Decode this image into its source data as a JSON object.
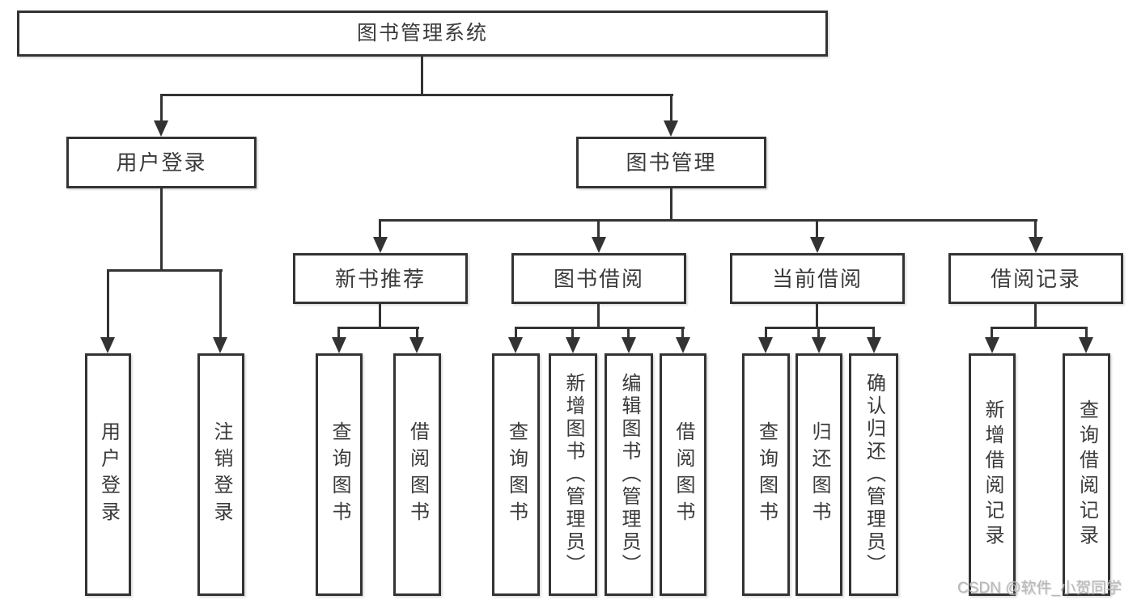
{
  "tree": {
    "root": "图书管理系统",
    "level2": {
      "user_login": "用户登录",
      "book_mgmt": "图书管理"
    },
    "level3": {
      "new_book_rec": "新书推荐",
      "book_borrow": "图书借阅",
      "current_borrow": "当前借阅",
      "borrow_record": "借阅记录"
    },
    "leaves": {
      "ul_user_login": "用户登录",
      "ul_logout": "注销登录",
      "nr_query_book": "查询图书",
      "nr_borrow_book": "借阅图书",
      "bb_query_book": "查询图书",
      "bb_add_book": "新增图书（管理员）",
      "bb_edit_book": "编辑图书（管理员）",
      "bb_borrow_book": "借阅图书",
      "cb_query_book": "查询图书",
      "cb_return_book": "归还图书",
      "cb_confirm_return": "确认归还（管理员）",
      "br_add_record": "新增借阅记录",
      "br_query_record": "查询借阅记录"
    }
  },
  "watermark": "CSDN @软件_小贺同学",
  "colors": {
    "line": "#333333",
    "text": "#3a3a3a",
    "watermark": "#b8b8b8",
    "background": "#ffffff"
  }
}
